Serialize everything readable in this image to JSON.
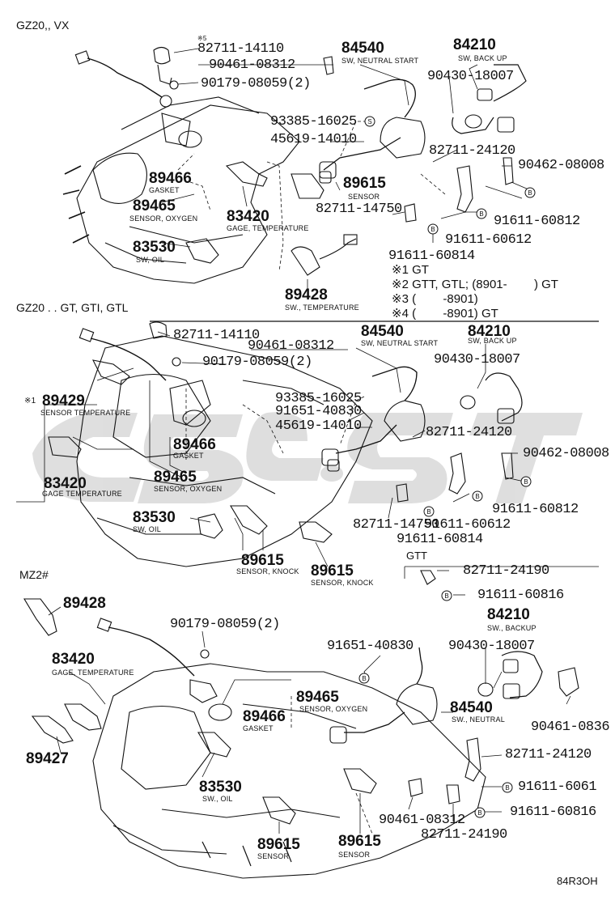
{
  "sections": {
    "s1": "GZ20,, VX",
    "s2": "GZ20 . . GT, GTI, GTL",
    "s3": "MZ2#"
  },
  "s1": {
    "p82711_14110": "82711-14110",
    "p82711_14110_mark": "※5",
    "p90461_08312": "90461-08312",
    "p90179": "90179-08059(2)",
    "p84540": "84540",
    "c84540": "SW, NEUTRAL START",
    "p84210": "84210",
    "c84210": "SW, BACK UP",
    "p90430": "90430-18007",
    "p93385": "93385-16025",
    "p45619": "45619-14010",
    "p82711_24120": "82711-24120",
    "p90462": "90462-08008",
    "p89466": "89466",
    "c89466": "GASKET",
    "p89465": "89465",
    "c89465": "SENSOR, OXYGEN",
    "p83420": "83420",
    "c83420": "GAGE, TEMPERATURE",
    "p89615": "89615",
    "c89615": "SENSOR",
    "p82711_14750": "82711-14750",
    "p91611_60812": "91611-60812",
    "p91611_60612": "91611-60612",
    "p83530": "83530",
    "c83530": "SW, OIL",
    "p91611_60814": "91611-60814",
    "p89428": "89428",
    "c89428": "SW., TEMPERATURE",
    "notes": [
      {
        "mark": "※1",
        "text": "GT"
      },
      {
        "mark": "※2",
        "text": "GTT, GTL; (8901-        ) GT"
      },
      {
        "mark": "※3",
        "text": "(        -8901)"
      },
      {
        "mark": "※4",
        "text": "(        -8901) GT"
      }
    ]
  },
  "s2": {
    "p82711_14110": "82711-14110",
    "p90461_08312": "90461-08312",
    "p90179": "90179-08059(2)",
    "p84540": "84540",
    "c84540": "SW, NEUTRAL START",
    "p84210": "84210",
    "c84210": "SW, BACK UP",
    "p90430": "90430-18007",
    "p93385": "93385-16025",
    "p91651": "91651-40830",
    "p45619": "45619-14010",
    "p82711_24120": "82711-24120",
    "p90462": "90462-08008",
    "p89429": "89429",
    "p89429_mark": "※1",
    "c89429": "SENSOR TEMPERATURE",
    "p83420": "83420",
    "c83420": "GAGE TEMPERATURE",
    "p89466": "89466",
    "c89466": "GASKET",
    "p89465": "89465",
    "c89465": "SENSOR, OXYGEN",
    "p91611_60812": "91611-60812",
    "p83530": "83530",
    "c83530": "SW, OIL",
    "p82711_14750": "82711-14750",
    "p91611_60612": "91611-60612",
    "p91611_60814": "91611-60814",
    "p89615a": "89615",
    "c89615a": "SENSOR, KNOCK",
    "p89615b": "89615",
    "c89615b": "SENSOR, KNOCK",
    "gtt_label": "GTT",
    "p82711_24190": "82711-24190",
    "p91611_60816": "91611-60816"
  },
  "s3": {
    "p89428": "89428",
    "p90179": "90179-08059(2)",
    "p91651": "91651-40830",
    "p90430": "90430-18007",
    "p84210": "84210",
    "c84210": "SW., BACKUP",
    "p83420": "83420",
    "c83420": "GAGE, TEMPERATURE",
    "p89465": "89465",
    "c89465": "SENSOR, OXYGEN",
    "p84540": "84540",
    "c84540": "SW., NEUTRAL",
    "p89466": "89466",
    "c89466": "GASKET",
    "p90461_0836": "90461-0836",
    "p89427": "89427",
    "p82711_24120": "82711-24120",
    "p83530": "83530",
    "c83530": "SW., OIL",
    "p91611_6061": "91611-6061",
    "p90461_08312": "90461-08312",
    "p91611_60816": "91611-60816",
    "p82711_24190": "82711-24190",
    "p89615a": "89615",
    "c89615a": "SENSOR",
    "p89615b": "89615",
    "c89615b": "SENSOR"
  },
  "footer_code": "84R3OH"
}
